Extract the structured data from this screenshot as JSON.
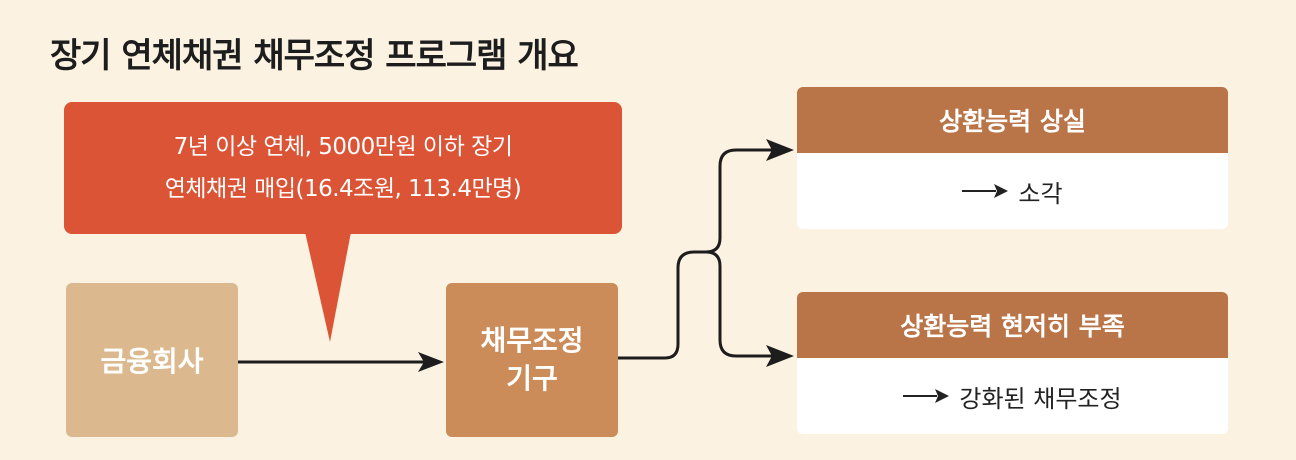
{
  "title": "장기 연체채권 채무조정 프로그램 개요",
  "bubble": {
    "line1": "7년 이상 연체, 5000만원 이하 장기",
    "line2": "연체채권 매입(16.4조원, 113.4만명)"
  },
  "nodes": {
    "financial": "금융회사",
    "agency_line1": "채무조정",
    "agency_line2": "기구"
  },
  "outcomes": [
    {
      "header": "상환능력 상실",
      "result": "소각"
    },
    {
      "header": "상환능력 현저히 부족",
      "result": "강화된 채무조정"
    }
  ],
  "colors": {
    "background": "#fbf2e1",
    "bubble": "#dc5436",
    "financial_box": "#dbb88d",
    "agency_box": "#cc8c5a",
    "card_header": "#b97448"
  }
}
